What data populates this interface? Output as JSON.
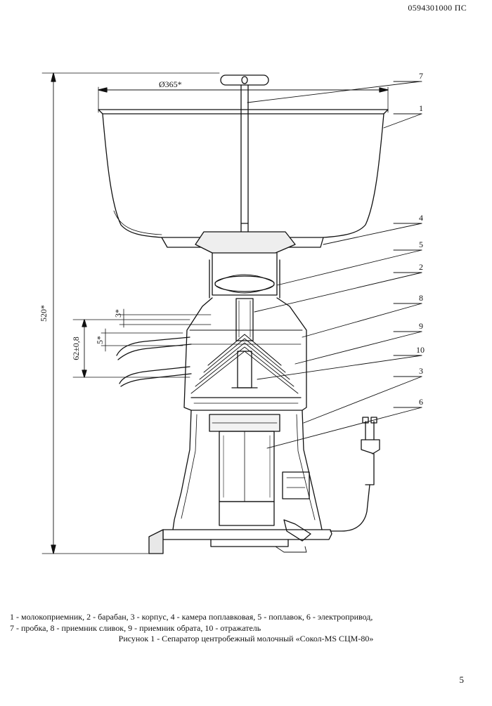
{
  "header": {
    "doc_code": "0594301000 ПС"
  },
  "dimensions": {
    "diameter": "Ø365*",
    "height": "520*",
    "d62": "62±0,8",
    "d5": "5*",
    "d3": "3*"
  },
  "callouts": [
    "1",
    "2",
    "3",
    "4",
    "5",
    "6",
    "7",
    "8",
    "9",
    "10"
  ],
  "legend": {
    "line1": "1 - молокоприемник, 2 - барабан, 3 - корпус, 4 - камера поплавковая, 5 - поплавок, 6 - электропривод,",
    "line2": "7 - пробка, 8 - приемник сливок, 9 - приемник обрата, 10 - отражатель"
  },
  "caption": "Рисунок 1 - Сепаратор центробежный молочный «Сокол-MS СЦМ-80»",
  "page_number": "5"
}
